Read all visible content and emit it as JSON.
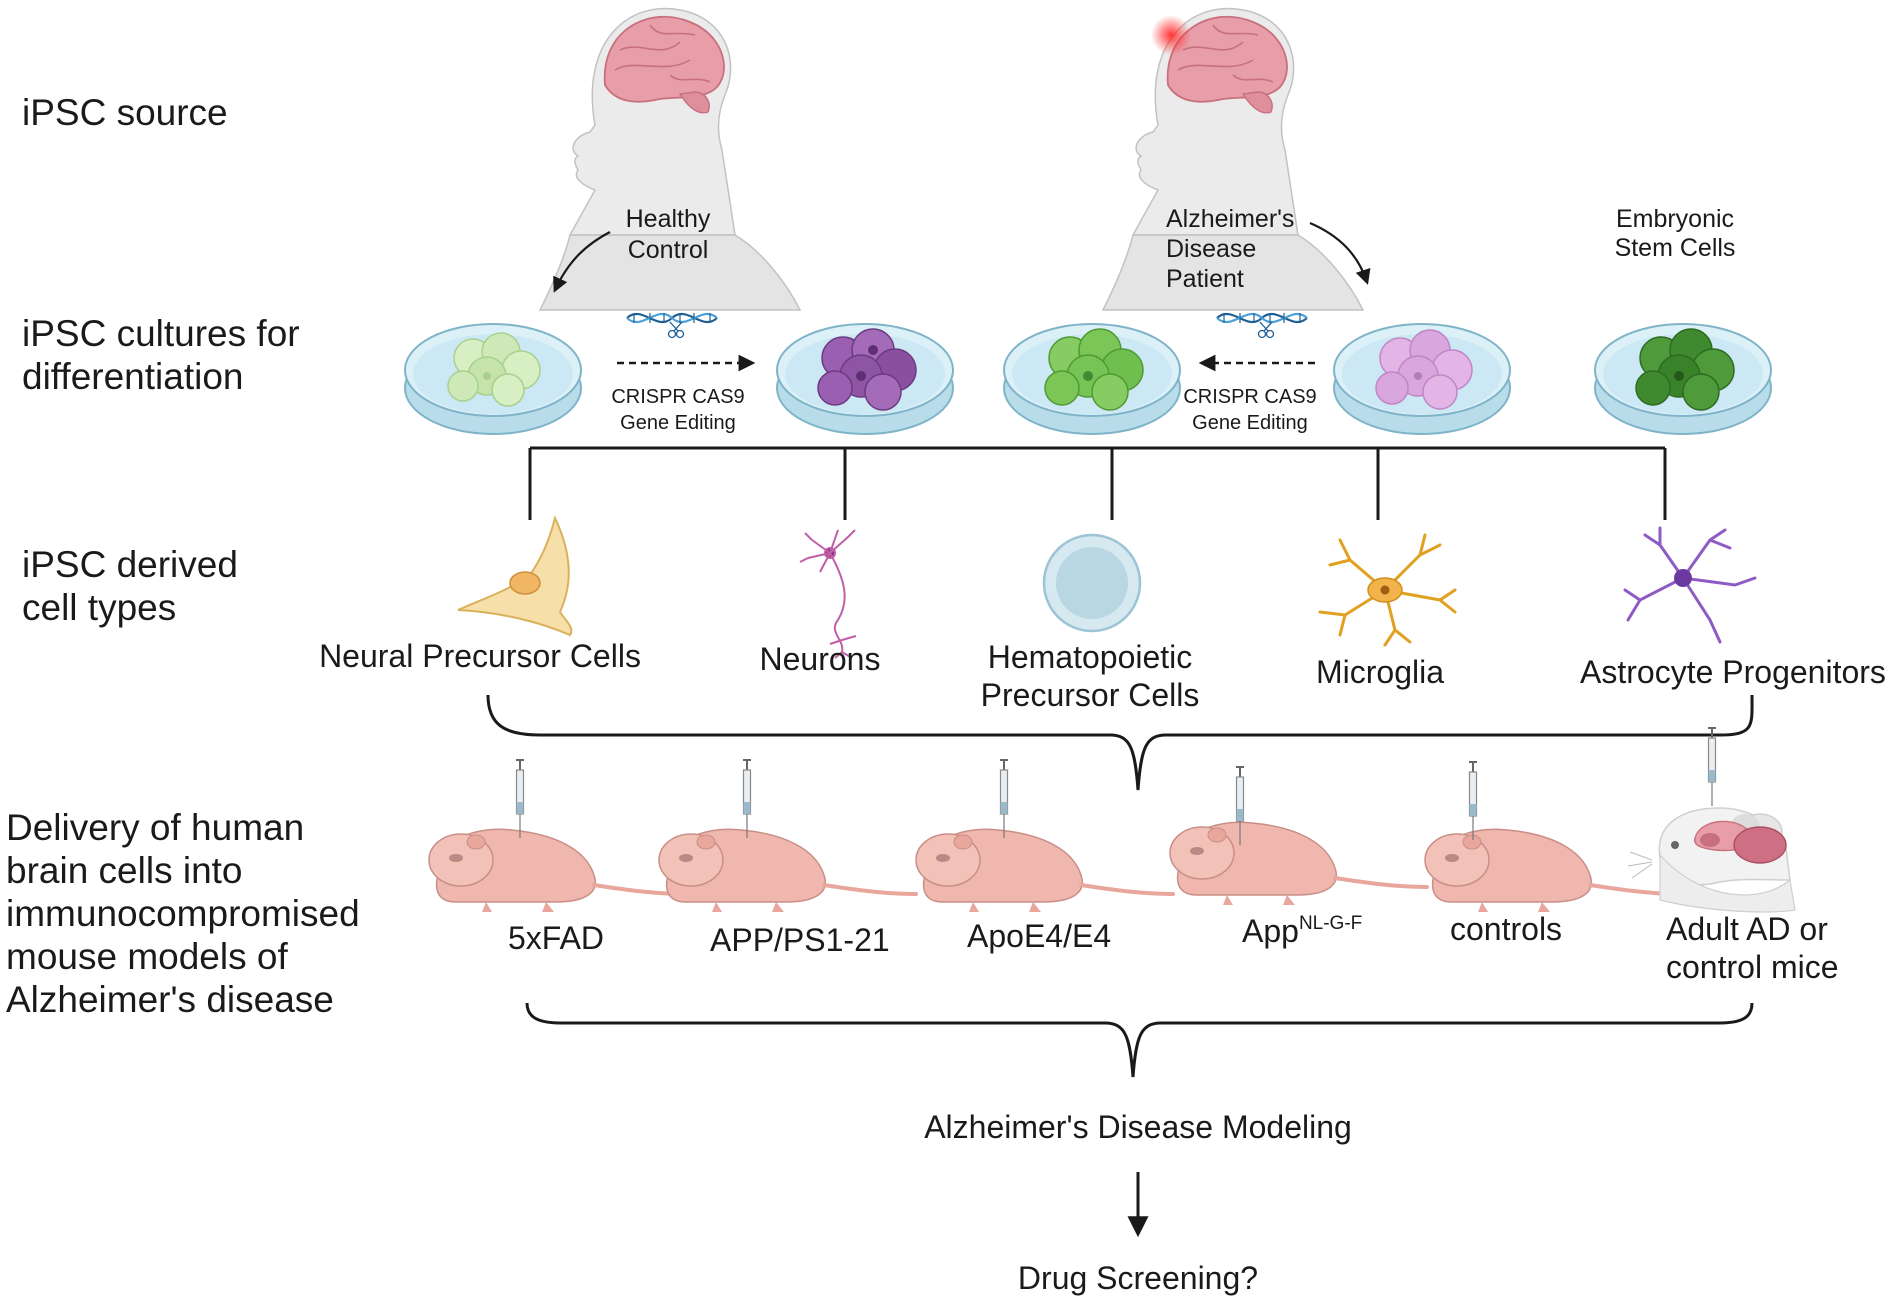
{
  "rows": {
    "source": "iPSC source",
    "cultures": [
      "iPSC cultures for",
      "differentiation"
    ],
    "derived": [
      "iPSC derived",
      "cell types"
    ],
    "delivery": [
      "Delivery of human",
      "brain cells into",
      "immunocompromised",
      "mouse models of",
      "Alzheimer's disease"
    ]
  },
  "sources": {
    "healthy": [
      "Healthy",
      "Control"
    ],
    "ad_patient": [
      "Alzheimer's",
      "Disease",
      "Patient"
    ],
    "embryonic": [
      "Embryonic",
      "Stem Cells"
    ]
  },
  "crispr": [
    "CRISPR CAS9",
    "Gene Editing"
  ],
  "cell_types": {
    "npc": "Neural Precursor Cells",
    "neurons": "Neurons",
    "hpc": [
      "Hematopoietic",
      "Precursor Cells"
    ],
    "microglia": "Microglia",
    "astro": "Astrocyte Progenitors"
  },
  "mice": {
    "m1": "5xFAD",
    "m2": "APP/PS1-21",
    "m3": "ApoE4/E4",
    "m4_base": "App",
    "m4_sup": "NL-G-F",
    "m5": "controls",
    "m6": [
      "Adult AD or",
      "control mice"
    ]
  },
  "outcomes": {
    "modeling": "Alzheimer's Disease Modeling",
    "screening": "Drug Screening?"
  },
  "colors": {
    "dish": "#cfe8f3",
    "healthy_cells": "#cfe8b8",
    "edited_purple": "#8a4f9e",
    "edited_green": "#6fbf4e",
    "patient_cells": "#d9a6dd",
    "embryonic_cells": "#3f8a2e",
    "mouse": "#eeb5ad"
  }
}
